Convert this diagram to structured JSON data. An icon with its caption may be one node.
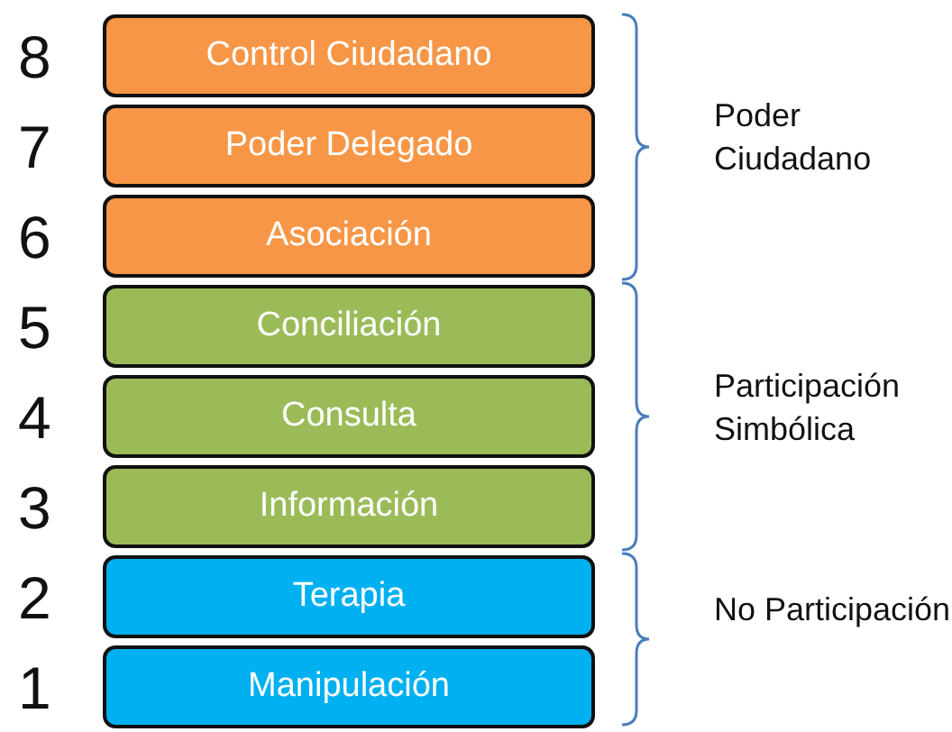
{
  "diagram": {
    "nodes": [
      {
        "text": [
          "Control Ciudadano"
        ],
        "beside": [
          "8"
        ]
      },
      {
        "text": [
          "Poder Delegado"
        ],
        "beside": [
          "7"
        ]
      },
      {
        "text": [
          "Asociación"
        ],
        "beside": [
          "6"
        ]
      },
      {
        "text": [
          "Conciliación"
        ],
        "beside": [
          "5"
        ]
      },
      {
        "text": [
          "Consulta"
        ],
        "beside": [
          "4"
        ]
      },
      {
        "text": [
          "Información"
        ],
        "beside": [
          "3"
        ]
      },
      {
        "text": [
          "Terapia"
        ],
        "beside": [
          "2"
        ]
      },
      {
        "text": [
          "Manipulación"
        ],
        "beside": [
          "1"
        ]
      }
    ],
    "edges": [],
    "labels": [
      "Poder Ciudadano",
      "Participación Simbólica",
      "No Participación"
    ]
  }
}
